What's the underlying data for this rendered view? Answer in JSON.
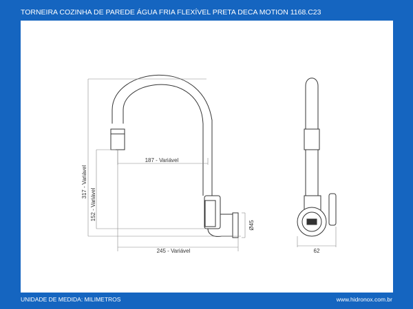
{
  "header": {
    "title": "TORNEIRA COZINHA DE PAREDE ÁGUA FRIA FLEXÍVEL PRETA DECA MOTION 1168.C23"
  },
  "footer": {
    "unit_label": "UNIDADE DE MEDIDA: MILIMETROS",
    "website": "www.hidronox.com.br"
  },
  "dimensions": {
    "total_height": "317 - Variável",
    "outlet_height": "152 - Variável",
    "spout_reach": "187 - Variável",
    "total_depth": "245 - Variável",
    "base_diameter": "Ø45",
    "side_width": "62"
  },
  "colors": {
    "frame": "#1565c0",
    "line": "#333333",
    "dim_line": "#888888"
  }
}
